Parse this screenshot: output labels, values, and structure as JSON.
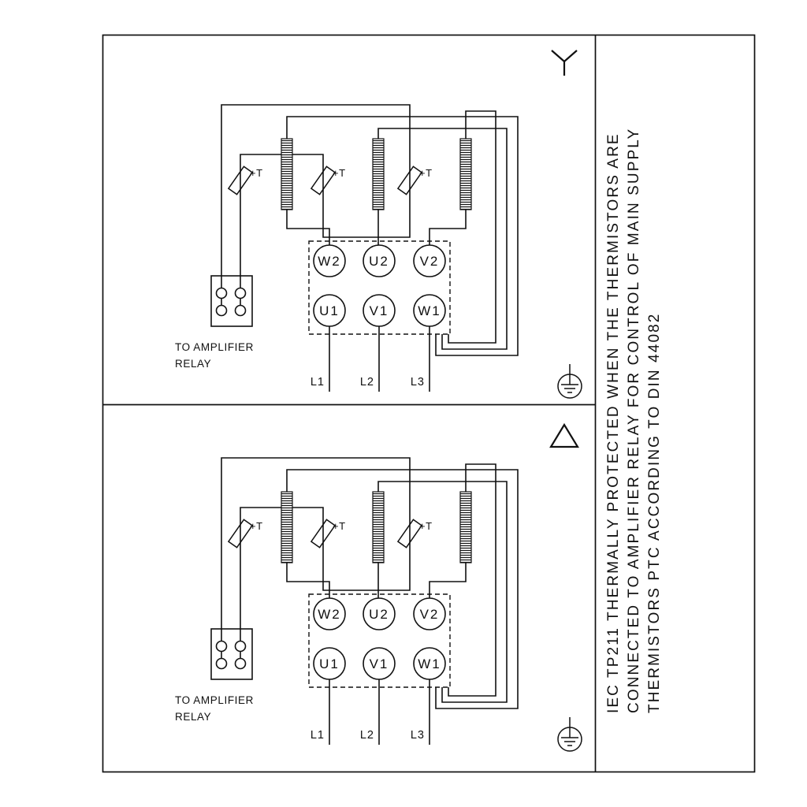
{
  "page": {
    "background": "#ffffff",
    "line_color": "#111111"
  },
  "sidebar_note": {
    "lines": [
      "IEC TP211 THERMALLY PROTECTED WHEN THE THERMISTORS ARE",
      "CONNECTED TO AMPLIFIER RELAY FOR CONTROL OF MAIN SUPPLY",
      "THERMISTORS PTC ACCORDING TO DIN 44082"
    ]
  },
  "sections": [
    {
      "id": "star-connection",
      "symbol": "star-icon",
      "terminals": {
        "top_row": [
          "W2",
          "U2",
          "V2"
        ],
        "bottom_row": [
          "U1",
          "V1",
          "W1"
        ]
      },
      "supply_labels": [
        "L1",
        "L2",
        "L3"
      ],
      "thermistor_labels": [
        "+T",
        "+T",
        "+T"
      ],
      "relay_caption_line1": "TO AMPLIFIER",
      "relay_caption_line2": "RELAY"
    },
    {
      "id": "delta-connection",
      "symbol": "delta-icon",
      "terminals": {
        "top_row": [
          "W2",
          "U2",
          "V2"
        ],
        "bottom_row": [
          "U1",
          "V1",
          "W1"
        ]
      },
      "supply_labels": [
        "L1",
        "L2",
        "L3"
      ],
      "thermistor_labels": [
        "+T",
        "+T",
        "+T"
      ],
      "relay_caption_line1": "TO AMPLIFIER",
      "relay_caption_line2": "RELAY"
    }
  ]
}
